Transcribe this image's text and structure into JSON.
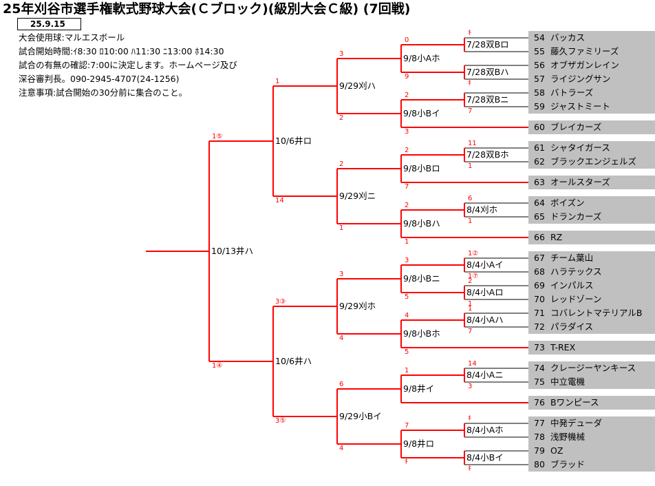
{
  "title": "25年刈谷市選手権軟式野球大会(Ｃブロック)(級別大会Ｃ級) (7回戦)",
  "date": "25.9.15",
  "info": [
    "大会使用球:マルエスボール",
    "試合開始時間:ｲ8:30 ﾛ10:00 ﾊ11:30 ﾆ13:00 ﾎ14:30",
    "試合の有無の確認:7:00に決定します。ホームページ及び",
    "深谷審判長。090-2945-4707(24-1256)",
    "注意事項:試合開始の30分前に集合のこと。"
  ],
  "teams": [
    {
      "no": "54",
      "name": "バッカス"
    },
    {
      "no": "55",
      "name": "藤久ファミリーズ"
    },
    {
      "no": "56",
      "name": "オブザガンレイン"
    },
    {
      "no": "57",
      "name": "ライジングサン"
    },
    {
      "no": "58",
      "name": "バトラーズ"
    },
    {
      "no": "59",
      "name": "ジャストミート"
    },
    {
      "no": "60",
      "name": "ブレイカーズ"
    },
    {
      "no": "61",
      "name": "シャタイガース"
    },
    {
      "no": "62",
      "name": "ブラックエンジェルズ"
    },
    {
      "no": "63",
      "name": "オールスターズ"
    },
    {
      "no": "64",
      "name": "ボイズン"
    },
    {
      "no": "65",
      "name": "ドランカーズ"
    },
    {
      "no": "66",
      "name": "RZ"
    },
    {
      "no": "67",
      "name": "チーム葉山"
    },
    {
      "no": "68",
      "name": "ハラテックス"
    },
    {
      "no": "69",
      "name": "インパルス"
    },
    {
      "no": "70",
      "name": "レッドゾーン"
    },
    {
      "no": "71",
      "name": "コバレントマテリアルB"
    },
    {
      "no": "72",
      "name": "パラダイス"
    },
    {
      "no": "73",
      "name": "T-REX"
    },
    {
      "no": "74",
      "name": "クレージーヤンキース"
    },
    {
      "no": "75",
      "name": "中立電機"
    },
    {
      "no": "76",
      "name": "Bワンピース"
    },
    {
      "no": "77",
      "name": "中発デューダ"
    },
    {
      "no": "78",
      "name": "浅野機械"
    },
    {
      "no": "79",
      "name": "OZ"
    },
    {
      "no": "80",
      "name": "ブラッド"
    }
  ],
  "round1": [
    {
      "label": "7/28双Bロ",
      "top": "ｷ"
    },
    {
      "label": "7/28双Bハ",
      "bottom": "ｷ"
    },
    {
      "label": "7/28双Bニ",
      "bottom": "7"
    },
    {
      "label": "7/28双Bホ",
      "top": "11",
      "bottom": "1"
    },
    {
      "label": "8/4刈ホ",
      "top": "6",
      "bottom": "1"
    },
    {
      "label": "8/4小Aイ",
      "top": "1②",
      "bottom": "1⑦"
    },
    {
      "label": "8/4小Aロ",
      "top": "2",
      "bottom": "1"
    },
    {
      "label": "8/4小Aハ",
      "top": "1",
      "bottom": "7"
    },
    {
      "label": "8/4小Aニ",
      "top": "14",
      "bottom": "3"
    },
    {
      "label": "8/4小Aホ",
      "top": "ｷ"
    },
    {
      "label": "8/4小Bイ",
      "bottom": "ｷ"
    }
  ],
  "round2": [
    {
      "label": "9/8小Aホ",
      "top": "0",
      "bottom": "9"
    },
    {
      "label": "9/8小Bイ",
      "top": "2",
      "bottom": "3"
    },
    {
      "label": "9/8小Bロ",
      "top": "2",
      "bottom": "7"
    },
    {
      "label": "9/8小Bハ",
      "top": "2",
      "bottom": "1"
    },
    {
      "label": "9/8小Bニ",
      "top": "3",
      "bottom": "5"
    },
    {
      "label": "9/8小Bホ",
      "top": "4",
      "bottom": "5"
    },
    {
      "label": "9/8井イ",
      "top": "1"
    },
    {
      "label": "9/8井ロ",
      "top": "7",
      "bottom": "ｷ"
    }
  ],
  "round3": [
    {
      "label": "9/29刈ハ",
      "top": "3",
      "bottom": "2"
    },
    {
      "label": "9/29刈ニ",
      "top": "2",
      "bottom": "1"
    },
    {
      "label": "9/29刈ホ",
      "top": "3",
      "bottom": "4"
    },
    {
      "label": "9/29小Bイ",
      "top": "6",
      "bottom": "4"
    }
  ],
  "round4": [
    {
      "label": "10/6井ロ",
      "top": "1",
      "bottom": "14"
    },
    {
      "label": "10/6井ハ",
      "top": "3③",
      "bottom": "3⑤"
    }
  ],
  "final": {
    "label": "10/13井ハ",
    "top": "1⑤",
    "bottom": "1④"
  },
  "colors": {
    "bracket": "#ff0000",
    "line": "#000000",
    "score": "#ff0000",
    "team_bg": "#c0c0c0"
  }
}
